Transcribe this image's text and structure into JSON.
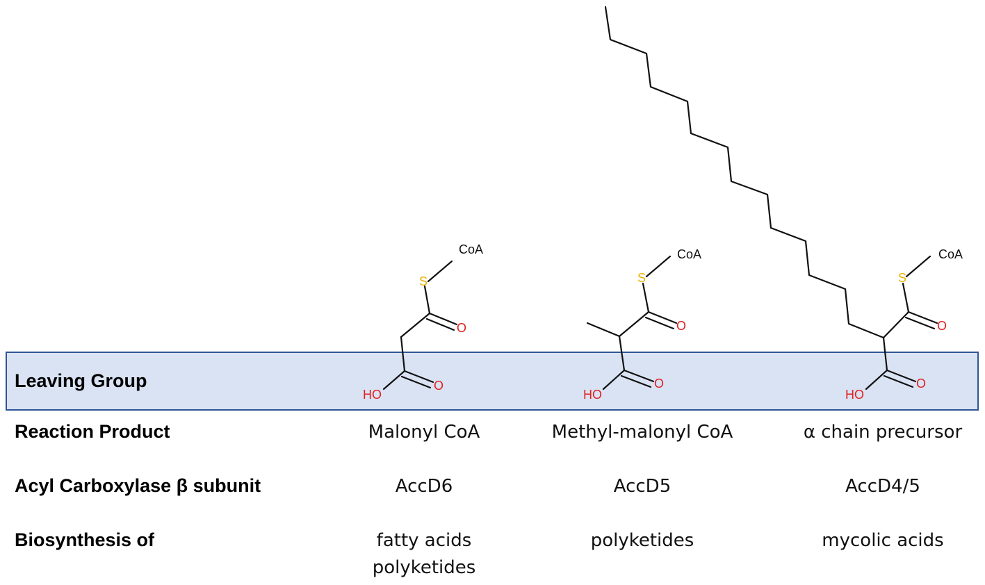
{
  "rows": {
    "leaving_group": "Leaving Group",
    "reaction_product": "Reaction Product",
    "acyl_subunit": "Acyl Carboxylase β subunit",
    "biosynthesis": "Biosynthesis of"
  },
  "columns": [
    {
      "product": "Malonyl CoA",
      "subunit": "AccD6",
      "biosynthesis": [
        "fatty acids",
        "polyketides"
      ]
    },
    {
      "product": "Methyl-malonyl CoA",
      "subunit": "AccD5",
      "biosynthesis": [
        "polyketides"
      ]
    },
    {
      "product": "α chain precursor",
      "subunit": "AccD4/5",
      "biosynthesis": [
        "mycolic acids"
      ]
    }
  ],
  "atoms": {
    "sulfur": "S",
    "oxygen": "O",
    "coa": "CoA",
    "hydroxyl": "HO"
  },
  "colors": {
    "band_fill": "#dae3f3",
    "band_border": "#2f5597",
    "sulfur": "#e8b100",
    "oxygen": "#e02020"
  }
}
